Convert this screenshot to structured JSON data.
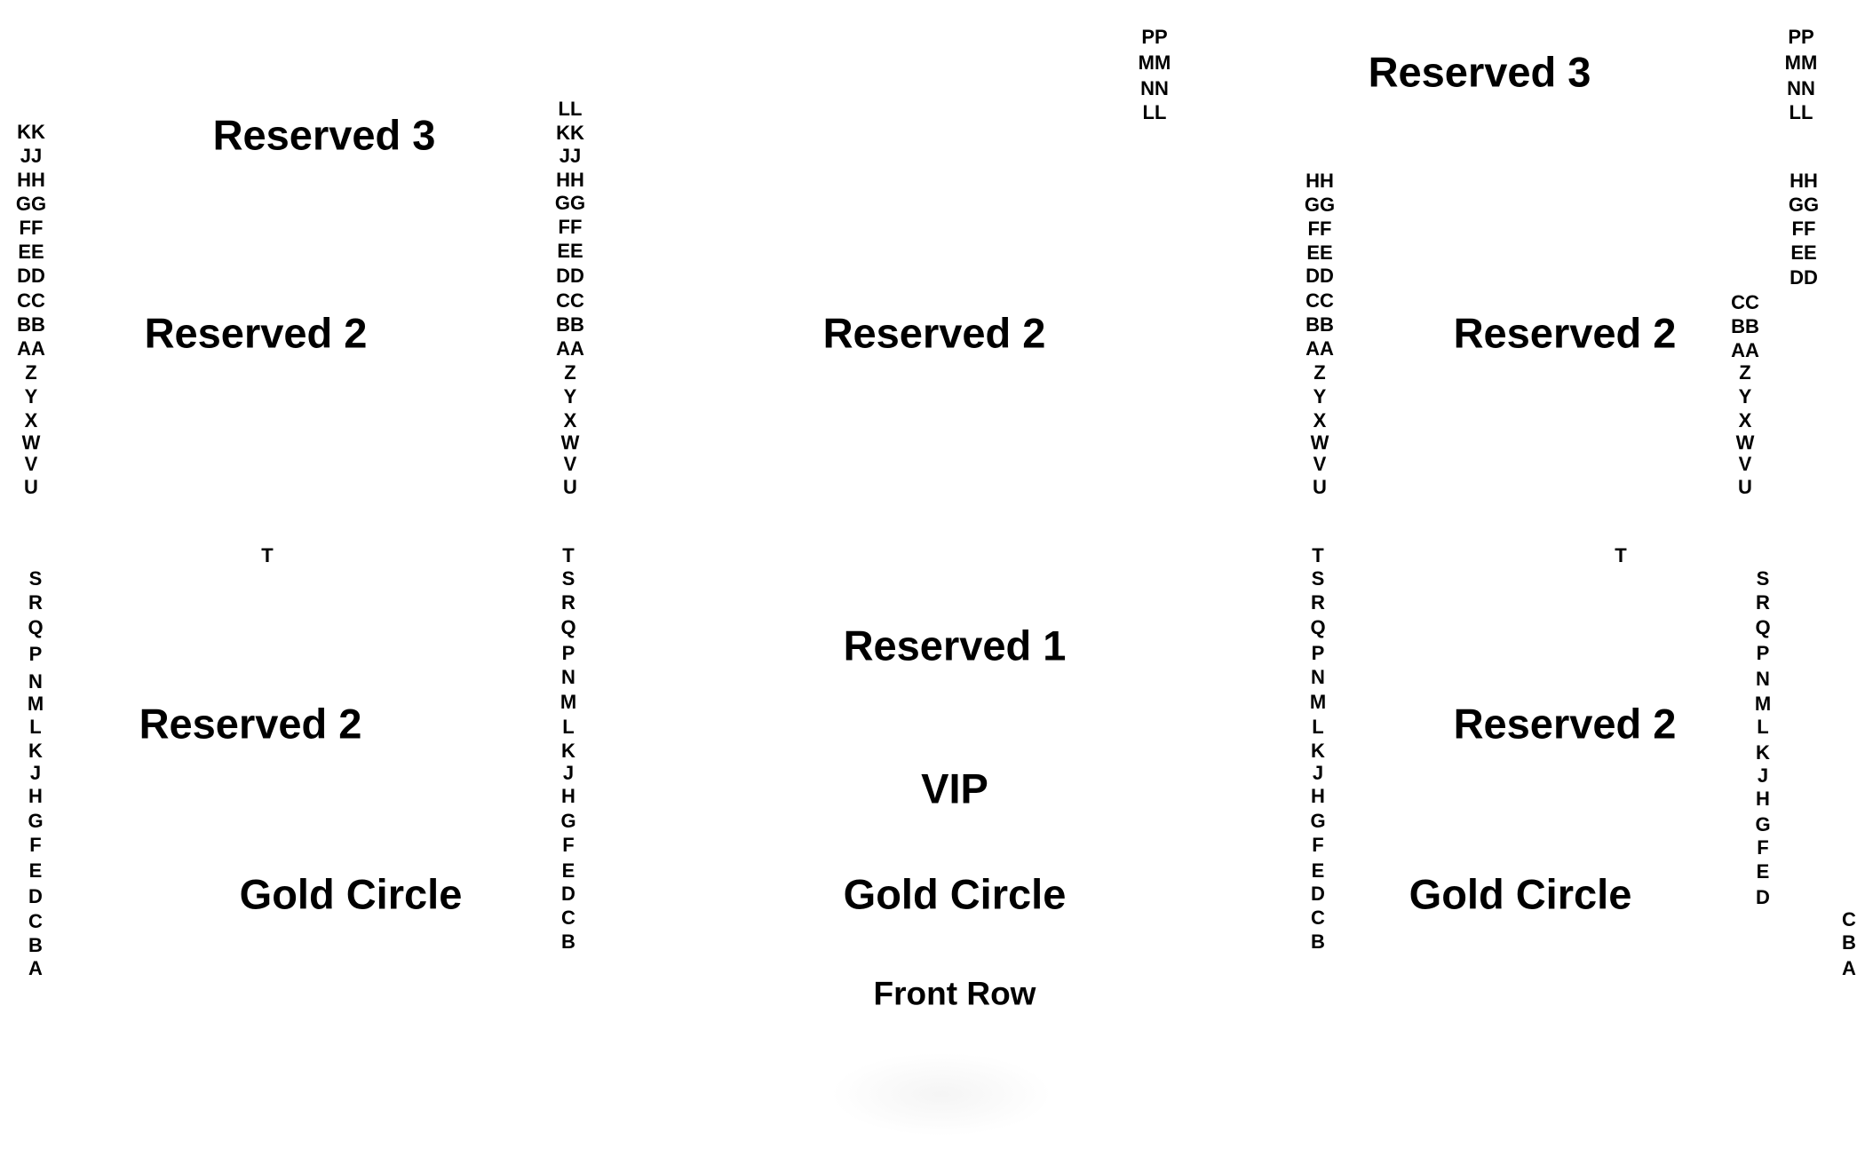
{
  "section_labels": [
    "Reserved 3",
    "Reserved 3",
    "Reserved 2",
    "Reserved 2",
    "Reserved 2",
    "Reserved 2",
    "Reserved 2",
    "Reserved 1",
    "VIP",
    "Gold Circle",
    "Gold Circle",
    "Gold Circle",
    "Front Row"
  ],
  "row_columns": [
    [
      "KK",
      "JJ",
      "HH",
      "GG",
      "FF",
      "EE",
      "DD",
      "CC",
      "BB",
      "AA",
      "Z",
      "Y",
      "X",
      "W",
      "V",
      "U"
    ],
    [
      "S",
      "R",
      "Q",
      "P",
      "N",
      "M",
      "L",
      "K",
      "J",
      "H",
      "G",
      "F",
      "E",
      "D",
      "C",
      "B",
      "A"
    ],
    [
      "T"
    ],
    [
      "LL",
      "KK",
      "JJ",
      "HH",
      "GG",
      "FF",
      "EE",
      "DD",
      "CC",
      "BB",
      "AA",
      "Z",
      "Y",
      "X",
      "W",
      "V",
      "U"
    ],
    [
      "T",
      "S",
      "R",
      "Q",
      "P",
      "N",
      "M",
      "L",
      "K",
      "J",
      "H",
      "G",
      "F",
      "E",
      "D",
      "C",
      "B"
    ],
    [
      "PP",
      "MM",
      "NN",
      "LL"
    ],
    [
      "HH",
      "GG",
      "FF",
      "EE",
      "DD",
      "CC",
      "BB",
      "AA",
      "Z",
      "Y",
      "X",
      "W",
      "V",
      "U"
    ],
    [
      "T",
      "S",
      "R",
      "Q",
      "P",
      "N",
      "M",
      "L",
      "K",
      "J",
      "H",
      "G",
      "F",
      "E",
      "D",
      "C",
      "B"
    ],
    [
      "T"
    ],
    [
      "PP",
      "MM",
      "NN",
      "LL"
    ],
    [
      "HH",
      "GG",
      "FF",
      "EE",
      "DD"
    ],
    [
      "CC",
      "BB",
      "AA",
      "Z",
      "Y",
      "X",
      "W",
      "V",
      "U"
    ],
    [
      "S",
      "R",
      "Q",
      "P",
      "N",
      "M",
      "L",
      "K",
      "J",
      "H",
      "G",
      "F",
      "E",
      "D"
    ],
    [
      "C",
      "B",
      "A"
    ]
  ]
}
